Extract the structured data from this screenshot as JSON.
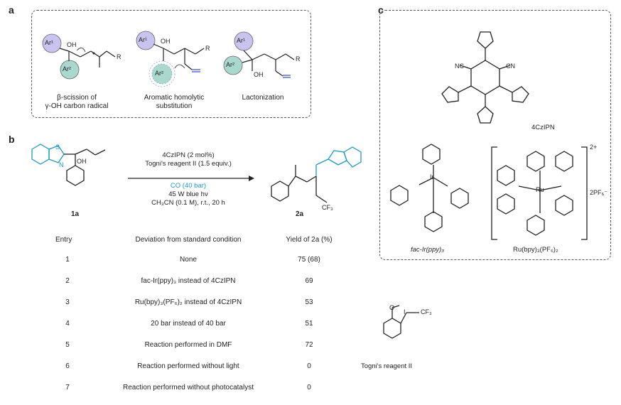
{
  "panels": {
    "a": "a",
    "b": "b",
    "c": "c"
  },
  "panel_a": {
    "captions": [
      {
        "line1": "β-scission of",
        "line2": "γ-OH carbon radical"
      },
      {
        "line1": "Aromatic homolytic",
        "line2": "substitution"
      },
      {
        "line1": "Lactonization",
        "line2": ""
      }
    ],
    "atom_labels": {
      "ar1": "Ar¹",
      "ar2": "Ar²",
      "oh": "OH",
      "r": "R"
    }
  },
  "panel_b": {
    "substrate": "1a",
    "product": "2a",
    "conditions_top": [
      "4CzIPN (2 mol%)",
      "Togni's reagent II (1.5 equiv.)"
    ],
    "conditions_bottom": [
      "CO (40 bar)",
      "45 W blue hν",
      "CH₃CN (0.1 M), r.t., 20 h"
    ],
    "co_color": "#1a9bc4",
    "headers": {
      "entry": "Entry",
      "deviation": "Deviation from standard condition",
      "yield": "Yield of 2a (%)"
    },
    "rows": [
      {
        "entry": "1",
        "deviation": "None",
        "yield": "75 (68)"
      },
      {
        "entry": "2",
        "deviation": "fac-Ir(ppy)₃ instead of 4CzIPN",
        "yield": "69"
      },
      {
        "entry": "3",
        "deviation": "Ru(bpy)₃(PF₆)₂ instead of 4CzIPN",
        "yield": "53"
      },
      {
        "entry": "4",
        "deviation": "20 bar instead of 40 bar",
        "yield": "51"
      },
      {
        "entry": "5",
        "deviation": "Reaction performed in DMF",
        "yield": "72"
      },
      {
        "entry": "6",
        "deviation": "Reaction performed without light",
        "yield": "0"
      },
      {
        "entry": "7",
        "deviation": "Reaction performed without photocatalyst",
        "yield": "0"
      }
    ]
  },
  "panel_c": {
    "cat1": "4CzIPN",
    "cat2": "fac-Ir(ppy)₃",
    "cat3": "Ru(bpy)₃(PF₆)₂",
    "charge": "2+",
    "counterion": "2PF₆⁻",
    "cn": "NC",
    "cn2": "CN",
    "metal_ir": "Ir",
    "metal_ru": "Ru"
  },
  "togni": {
    "label": "Togni's reagent II",
    "cf3": "CF₃",
    "o": "O",
    "i": "I"
  },
  "colors": {
    "ar1_fill": "#c9c3ef",
    "ar2_fill": "#a9d8cf",
    "accent": "#1a9bc4",
    "blue_o": "#2a4bd7"
  }
}
